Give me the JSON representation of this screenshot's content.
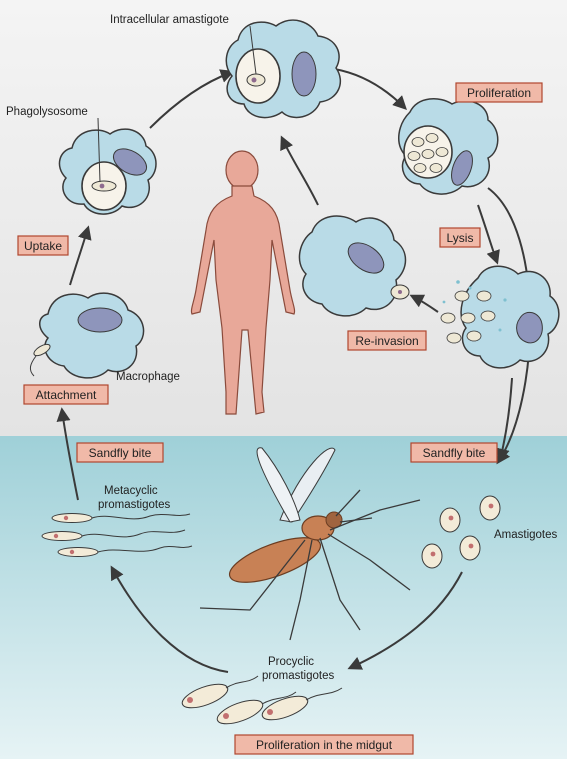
{
  "labels": {
    "intracellular_amastigote": "Intracellular amastigote",
    "phagolysosome": "Phagolysosome",
    "macrophage": "Macrophage",
    "metacyclic_line1": "Metacyclic",
    "metacyclic_line2": "promastigotes",
    "procyclic_line1": "Procyclic",
    "procyclic_line2": "promastigotes",
    "amastigotes": "Amastigotes"
  },
  "boxes": {
    "proliferation": "Proliferation",
    "uptake": "Uptake",
    "lysis": "Lysis",
    "reinvasion": "Re-invasion",
    "attachment": "Attachment",
    "sandfly_left": "Sandfly bite",
    "sandfly_right": "Sandfly bite",
    "midgut": "Proliferation in the midgut"
  },
  "colors": {
    "top_bg": "#ececec",
    "bottom_bg": "#a9d6dd",
    "cell_fill": "#b9dbe7",
    "cell_stroke": "#3a3a3a",
    "nucleus": "#8e95bb",
    "label_box": "#f0b9a8",
    "label_border": "#b0472f",
    "human": "#e8a899",
    "arrow": "#3a3a3a"
  }
}
